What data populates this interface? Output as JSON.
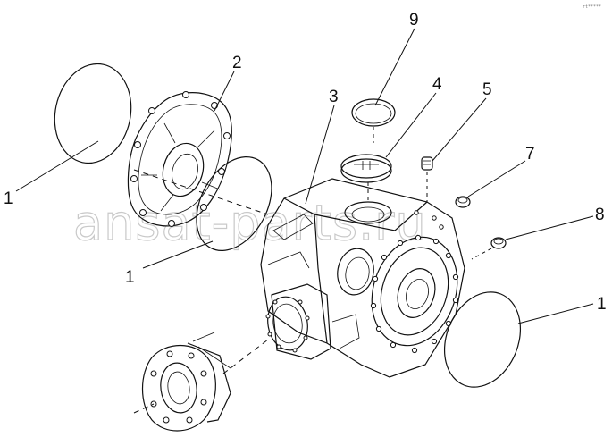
{
  "figure": {
    "ref_code": "rt*****",
    "watermark": "ansat-parts.ru",
    "callouts": {
      "c1a": "1",
      "c1b": "1",
      "c1c": "1",
      "c2": "2",
      "c3": "3",
      "c4": "4",
      "c5": "5",
      "c7": "7",
      "c8": "8",
      "c9": "9"
    }
  }
}
